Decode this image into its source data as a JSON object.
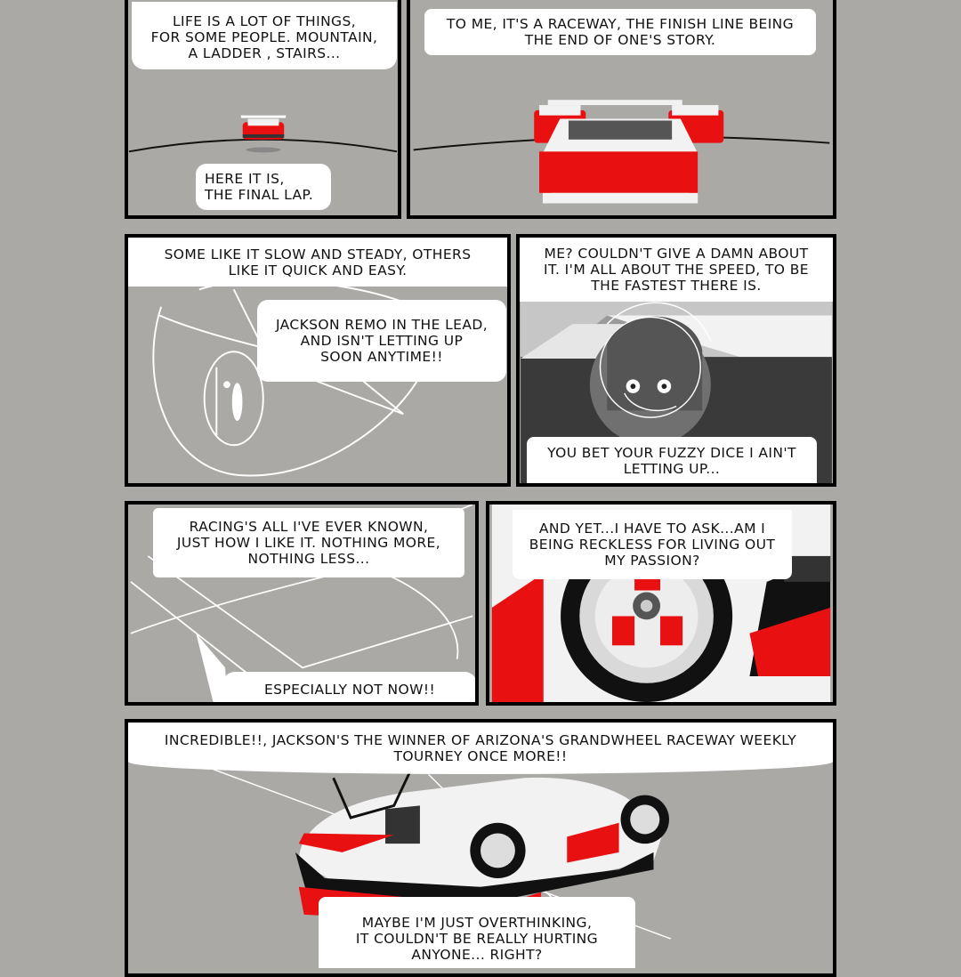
{
  "panels": {
    "p1": {
      "caption": "Life is a lot of things,\nfor some people. Mountain,\na ladder , stairs...",
      "speech": "Here it is,\nthe final lap."
    },
    "p2": {
      "caption": "To me, it's a raceway, the finish line being\nthe end of one's story."
    },
    "p3": {
      "caption": "Some like it slow and steady, others\nlike it quick and easy.",
      "speech": "Jackson Remo in the lead,\nand isn't letting up\nsoon anytime!!"
    },
    "p4": {
      "caption": "Me? Couldn't give a damn about\nit. I'm all about the speed, to be\nthe fastest there is.",
      "speech": "You bet your fuzzy dice I ain't\nletting up..."
    },
    "p5": {
      "caption": "Racing's all I've ever known,\njust how I like it. Nothing more,\nnothing less...",
      "speech": "Especially not now!!"
    },
    "p6": {
      "caption": "And yet...I have to ask...am I\nbeing reckless for living out\nmy passion?"
    },
    "p7": {
      "caption": "Incredible!!, Jackson's the winner of Arizona's Grandwheel Raceway Weekly\nTourney once more!!",
      "speech": "Maybe I'm just overthinking,\nit couldn't be really hurting\nanyone... right?"
    }
  },
  "colors": {
    "background": "#aaa9a5",
    "car_red": "#e81010",
    "car_white": "#f2f2f2",
    "border": "#000000"
  }
}
